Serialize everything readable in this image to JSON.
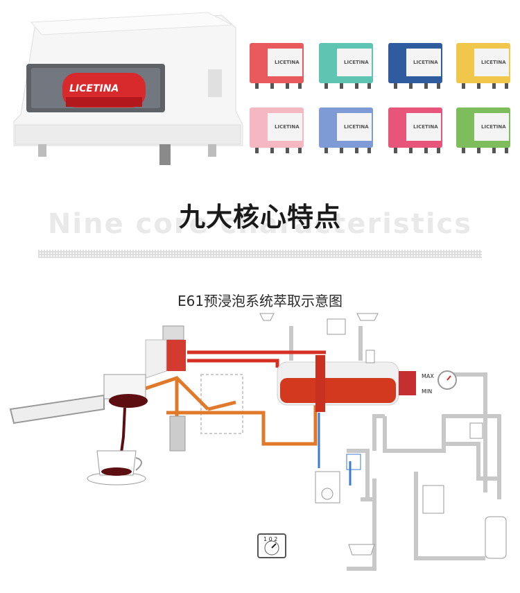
{
  "hero": {
    "machine_brand": "LICETINA",
    "mini_brand": "LICETINA",
    "colors": [
      "#e85a5b",
      "#5fc5b3",
      "#2f5c9f",
      "#f0c74a",
      "#f5b8c2",
      "#7f9bd6",
      "#e8557a",
      "#7dbd5b"
    ]
  },
  "section": {
    "title": "九大核心特点",
    "subtitle": "Nine core characteristics"
  },
  "diagram": {
    "title": "E61预浸泡系统萃取示意图",
    "max_label": "MAX",
    "min_label": "MIN",
    "dial_digits": "1 0 2"
  }
}
